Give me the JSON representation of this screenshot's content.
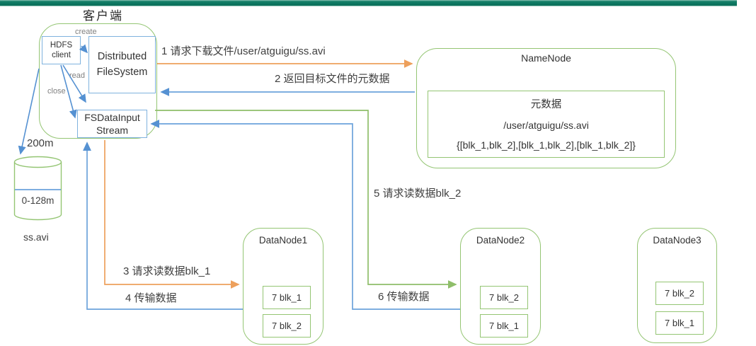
{
  "client": {
    "title": "客户端",
    "hdfs_client_label": "HDFS client",
    "distributed_filesystem_label": "Distributed FileSystem",
    "fs_data_input_stream_label": "FSDataInputStream",
    "create_label": "create",
    "read_label": "read",
    "close_label": "close"
  },
  "source_file": {
    "size_label": "200m",
    "block_range_label": "0-128m",
    "file_name": "ss.avi"
  },
  "namenode": {
    "title": "NameNode",
    "metadata_title": "元数据",
    "metadata_path": "/user/atguigu/ss.avi",
    "metadata_blocks": "{[blk_1,blk_2],[blk_1,blk_2],[blk_1,blk_2]}"
  },
  "flows": {
    "step1": "1 请求下载文件/user/atguigu/ss.avi",
    "step2": "2 返回目标文件的元数据",
    "step3": "3 请求读数据blk_1",
    "step4": "4 传输数据",
    "step5": "5 请求读数据blk_2",
    "step6": "6 传输数据"
  },
  "datanodes": [
    {
      "title": "DataNode1",
      "blocks": [
        "7 blk_1",
        "7 blk_2"
      ]
    },
    {
      "title": "DataNode2",
      "blocks": [
        "7 blk_2",
        "7 blk_1"
      ]
    },
    {
      "title": "DataNode3",
      "blocks": [
        "7 blk_2",
        "7 blk_1"
      ]
    }
  ],
  "colors": {
    "top_bar": "#0E7A64",
    "green_accent": "#94C573",
    "blue_accent": "#6CA3DB",
    "orange_accent": "#EDA05C",
    "text": "#3F3F3F",
    "muted_text": "#808080"
  }
}
